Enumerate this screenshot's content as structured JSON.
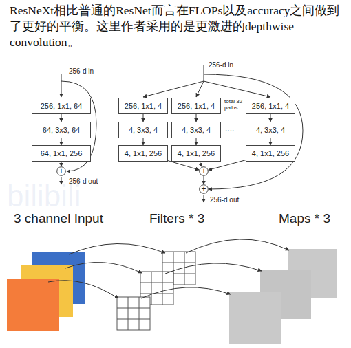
{
  "diagram": {
    "title": "ResNeXt相比普通的ResNet而言在FLOPs以及accuracy之间做到了更好的平衡。这里作者采用的是更激进的depthwise convolution。",
    "nodes": [
      {
        "text": [
          "256, 1x1, 64"
        ]
      },
      {
        "text": [
          "64, 3x3, 64"
        ]
      },
      {
        "text": [
          "64, 1x1, 256"
        ]
      },
      {
        "text": [
          "+"
        ]
      },
      {
        "text": [
          "256, 1x1, 4"
        ]
      },
      {
        "text": [
          "4, 3x3, 4"
        ]
      },
      {
        "text": [
          "4, 1x1, 256"
        ]
      },
      {
        "text": [
          "256, 1x1, 4"
        ]
      },
      {
        "text": [
          "4, 3x3, 4"
        ]
      },
      {
        "text": [
          "4, 1x1, 256"
        ]
      },
      {
        "text": [
          "256, 1x1, 4"
        ]
      },
      {
        "text": [
          "4, 3x3, 4"
        ]
      },
      {
        "text": [
          "4, 1x1, 256"
        ]
      },
      {
        "text": [
          "+"
        ]
      },
      {
        "text": [
          "+"
        ]
      }
    ],
    "edges": [
      {
        "from": 0,
        "to": 1,
        "arrow": "to"
      },
      {
        "from": 1,
        "to": 2,
        "arrow": "to"
      },
      {
        "from": 2,
        "to": 3,
        "arrow": "to"
      },
      {
        "from": 4,
        "to": 5,
        "arrow": "to"
      },
      {
        "from": 5,
        "to": 6,
        "arrow": "to"
      },
      {
        "from": 6,
        "to": 13,
        "arrow": "to"
      },
      {
        "from": 7,
        "to": 8,
        "arrow": "to"
      },
      {
        "from": 8,
        "to": 9,
        "arrow": "to"
      },
      {
        "from": 9,
        "to": 13,
        "arrow": "to"
      },
      {
        "from": 10,
        "to": 11,
        "arrow": "to"
      },
      {
        "from": 11,
        "to": 12,
        "arrow": "to"
      },
      {
        "from": 12,
        "to": 13,
        "arrow": "to"
      },
      {
        "from": 13,
        "to": 14,
        "arrow": "to"
      }
    ],
    "labels": [
      "256-d in",
      "256-d out",
      "256-d in",
      "total 32 paths",
      "....",
      "256-d out",
      "3 channel Input",
      "Filters * 3",
      "Maps * 3",
      "bilibili"
    ]
  }
}
